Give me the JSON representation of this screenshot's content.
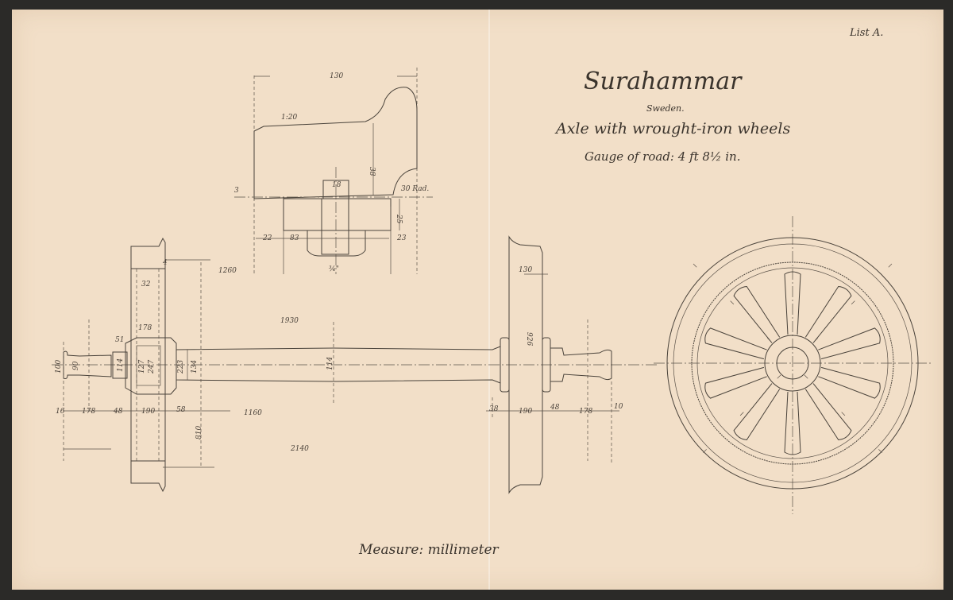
{
  "title": {
    "main": "Surahammar",
    "country": "Sweden.",
    "subject": "Axle with wrought-iron wheels",
    "gauge": "Gauge of road: 4 ft 8½ in.",
    "list_mark": "List A.",
    "measure": "Measure: millimeter"
  },
  "rim_detail": {
    "dims": {
      "width": "130",
      "slope": "1:20",
      "height": "38",
      "bolt_head": "18",
      "offset": "3",
      "radius": "30 Rad.",
      "tire_thickness": "25",
      "left": "22",
      "middle": "83",
      "right": "23",
      "bolt": "¾\""
    }
  },
  "axle_view": {
    "dims": {
      "wheel_dia": "1260",
      "rim_offset": "4",
      "spoke": "32",
      "hub_len": "178",
      "collar": "51",
      "journal_end": "100",
      "journal_dia": "90",
      "seat_dia": "114",
      "bore": "127",
      "hub_dia": "247",
      "seat2": "223",
      "shaft_end": "134",
      "shaft_mid": "114",
      "length_1930": "1930",
      "end": "16",
      "journal_len": "178",
      "fillet": "48",
      "hub_width": "190",
      "gap": "58",
      "half": "1160",
      "radius_810": "810",
      "overall": "2140",
      "r_rim": "130",
      "r_dia": "926",
      "r_gap": "38",
      "r_hub": "190",
      "r_fillet": "48",
      "r_journal": "178",
      "r_end": "10"
    }
  }
}
